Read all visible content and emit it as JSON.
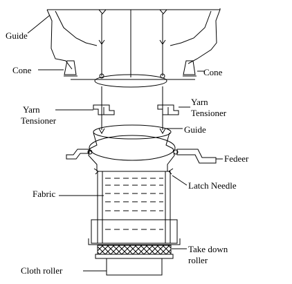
{
  "labels": {
    "guide_top": "Guide",
    "cone_left": "Cone",
    "cone_right": "Cone",
    "yarn_tensioner_left_1": "Yarn",
    "yarn_tensioner_left_2": "Tensioner",
    "yarn_tensioner_right_1": "Yarn",
    "yarn_tensioner_right_2": "Tensioner",
    "guide_mid": "Guide",
    "feeder": "Fedeer",
    "latch_needle": "Latch Needle",
    "fabric": "Fabric",
    "take_down_1": "Take down",
    "take_down_2": "roller",
    "cloth_roller": "Cloth roller"
  },
  "colors": {
    "stroke": "#000000",
    "background": "#ffffff"
  }
}
